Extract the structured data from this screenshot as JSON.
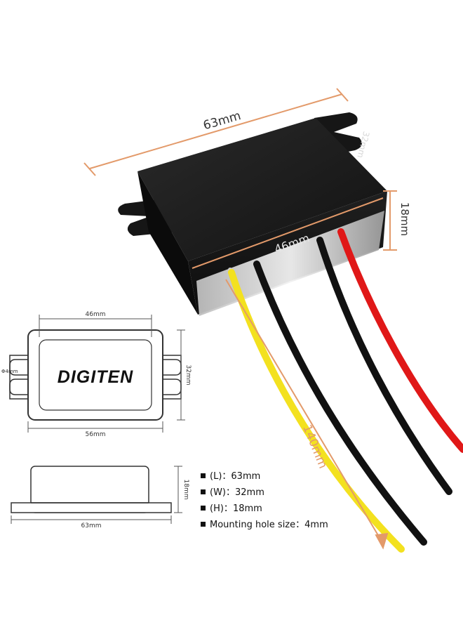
{
  "photo_dims": {
    "length": "63mm",
    "width": "32mm",
    "height": "18mm",
    "connector_width": "46mm",
    "wire_length": "140mm"
  },
  "top_view": {
    "brand": "DIGITEN",
    "top_width": "46mm",
    "bottom_width": "56mm",
    "side_height": "32mm",
    "hole": "Φ4mm"
  },
  "side_view": {
    "length": "63mm",
    "height": "18mm"
  },
  "specs": [
    {
      "label": "(L)",
      "value": "63mm"
    },
    {
      "label": "(W)",
      "value": "32mm"
    },
    {
      "label": "(H)",
      "value": "18mm"
    },
    {
      "label": "Mounting hole size",
      "value": "4mm"
    }
  ],
  "colors": {
    "dimension_orange": "#e39a6a",
    "case_black": "#1b1b1b",
    "wire_yellow": "#f3e11f",
    "wire_red": "#e01818",
    "wire_black": "#111111"
  }
}
